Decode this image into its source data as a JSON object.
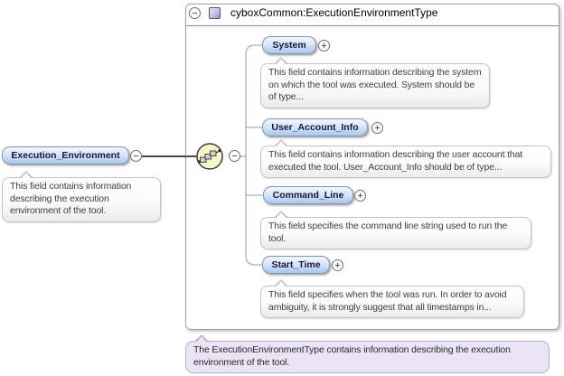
{
  "type_box": {
    "title": "cyboxCommon:ExecutionEnvironmentType"
  },
  "root": {
    "label": "Execution_Environment",
    "tooltip": "This field contains information describing the execution environment of the tool."
  },
  "compositor": "sequence",
  "children": [
    {
      "label": "System",
      "tooltip": "This field contains information describing the system on which the tool was executed. System should be of type..."
    },
    {
      "label": "User_Account_Info",
      "tooltip": "This field contains information describing the user account that executed the tool. User_Account_Info should be of type..."
    },
    {
      "label": "Command_Line",
      "tooltip": "This field specifies the command line string used to run the tool."
    },
    {
      "label": "Start_Time",
      "tooltip": "This field specifies when the tool was run. In order to avoid ambiguity, it is strongly suggest that all timestamps in..."
    }
  ],
  "footer": {
    "text": "The ExecutionEnvironmentType contains information describing the execution environment of the tool."
  },
  "icons": {
    "minus_glyph": "−",
    "plus_glyph": "+",
    "complex_type_icon": "purple-square",
    "compositor_icon": "sequence-chain"
  },
  "colors": {
    "element_fill_top": "#f2f7fe",
    "element_fill_bottom": "#a9c7ea",
    "element_border": "#7f94b8",
    "sequence_fill": "#f7f7c9",
    "annotation_fill": "#eae5f6",
    "tooltip_border": "#c2c2c2",
    "box_border": "#a2a2a2"
  }
}
